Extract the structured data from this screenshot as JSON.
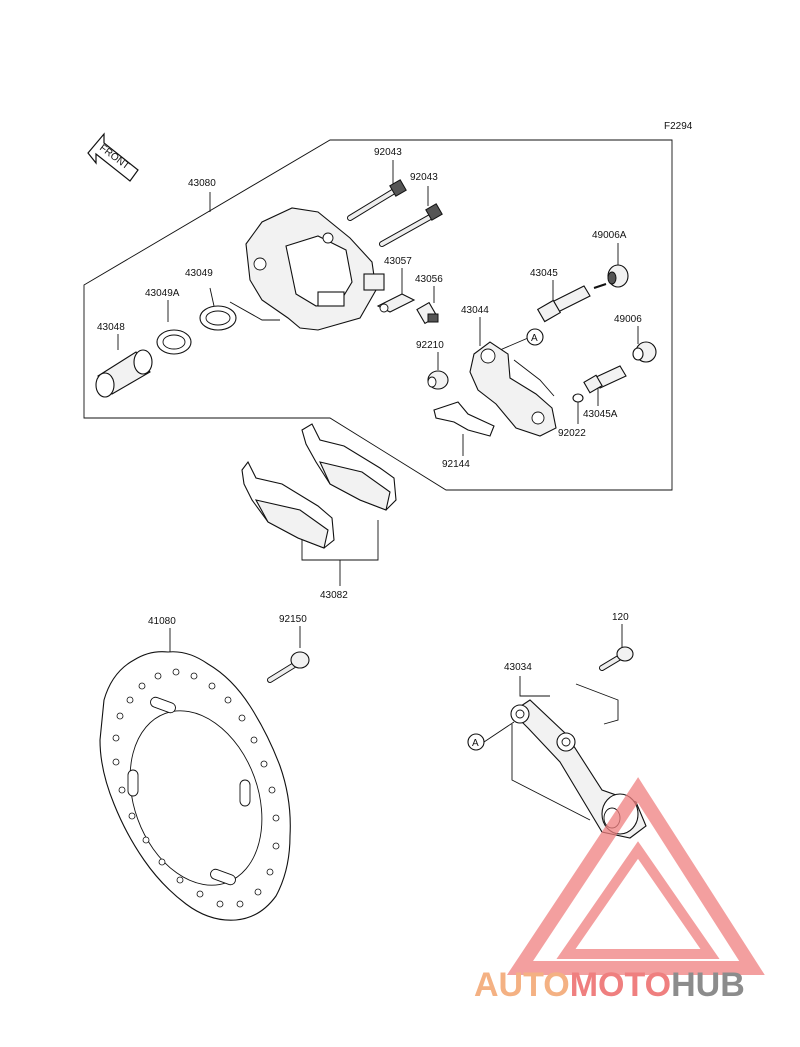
{
  "figure_code": "F2294",
  "front_arrow_text": "FRONT",
  "reference_marker": "A",
  "watermark": {
    "text_auto": "AUTO",
    "text_moto": "MOTO",
    "text_hub": "HUB",
    "color_red": "#ef7f7f",
    "color_orange": "#f4b183",
    "color_gray": "#8c8c8c"
  },
  "part_numbers": {
    "caliper_assy": "43080",
    "bolt_a": "92043",
    "bolt_b": "92043",
    "seal_a": "43049A",
    "seal": "43049",
    "piston": "43048",
    "bleeder_cap": "43057",
    "bleeder_valve": "43056",
    "pin": "43045",
    "boot_a": "49006A",
    "bracket": "43044",
    "boot": "49006",
    "sleeve": "92210",
    "pin_a": "43045A",
    "circlip": "92022",
    "spring": "92144",
    "pads": "43082",
    "disc": "41080",
    "disc_bolt": "92150",
    "caliper_bolt": "120",
    "torque_link": "43034"
  }
}
